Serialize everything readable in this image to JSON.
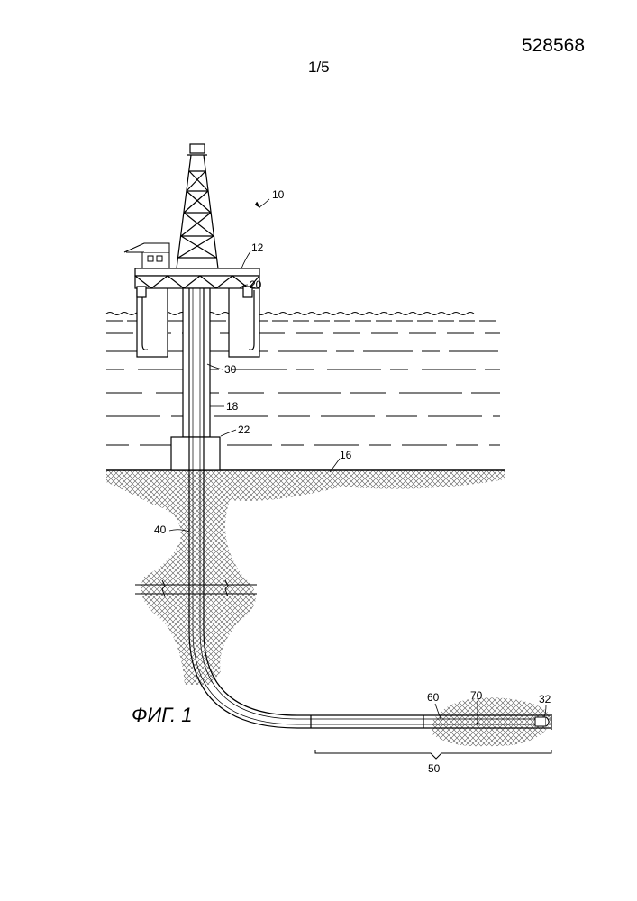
{
  "header": {
    "doc_number": "528568",
    "sheet_number": "1/5"
  },
  "figure": {
    "caption": "ФИГ. 1",
    "reference_numerals": {
      "ref_10": "10",
      "ref_12": "12",
      "ref_20": "20",
      "ref_30": "30",
      "ref_18": "18",
      "ref_22": "22",
      "ref_16": "16",
      "ref_40": "40",
      "ref_60": "60",
      "ref_70": "70",
      "ref_32": "32",
      "ref_50": "50"
    }
  }
}
